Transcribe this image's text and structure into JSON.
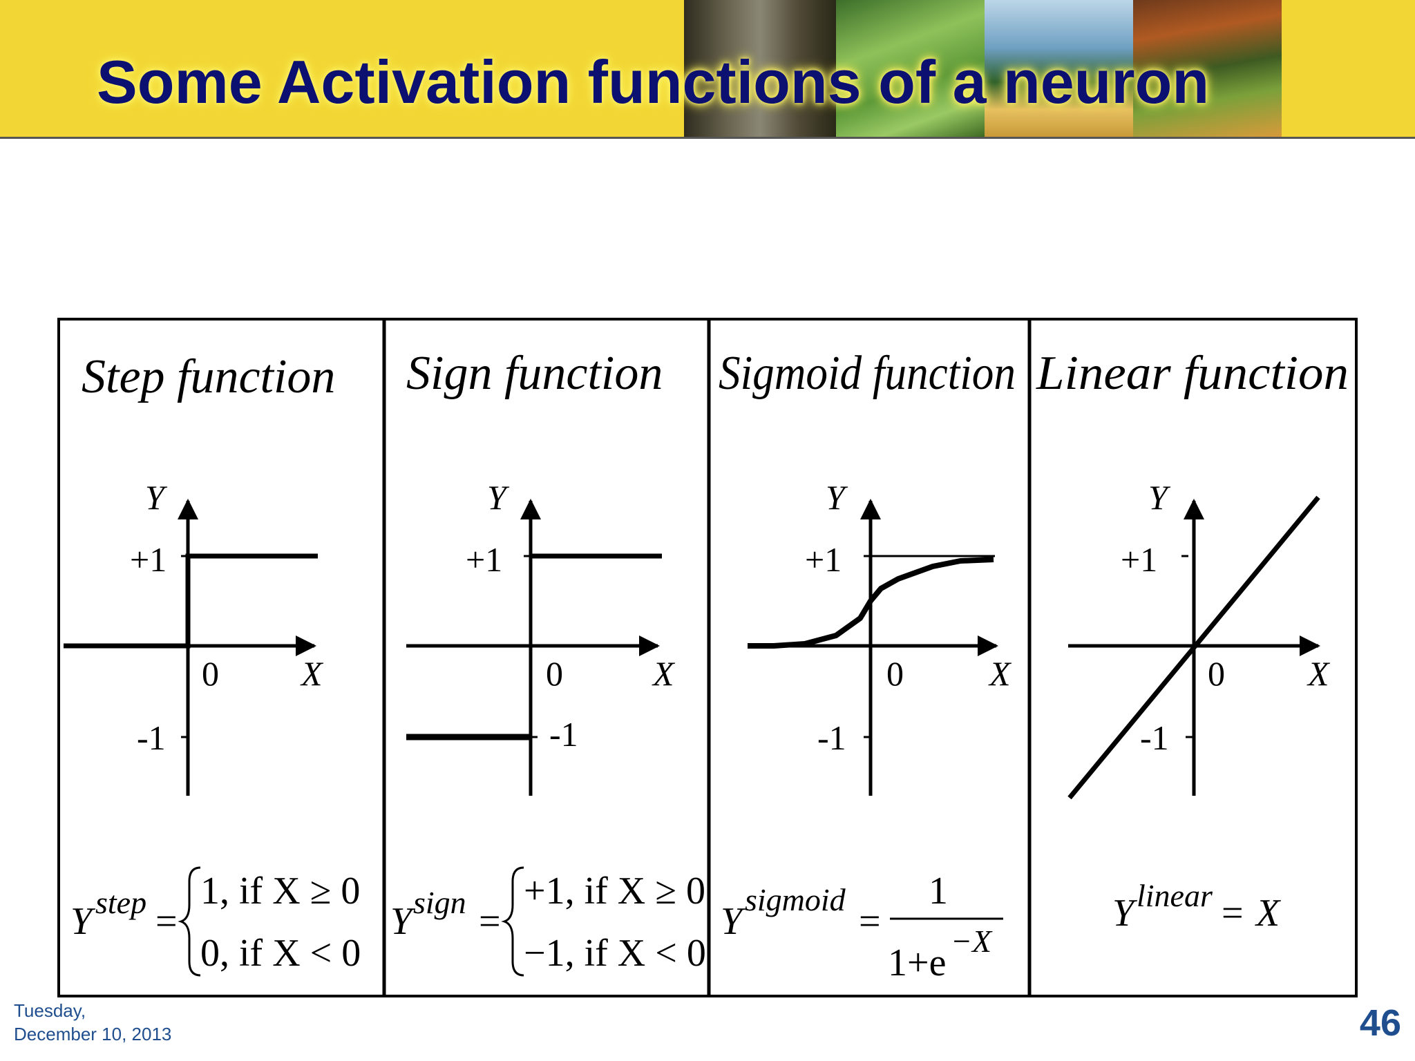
{
  "slide": {
    "title": "Some Activation functions of a neuron",
    "footer_day": "Tuesday,",
    "footer_date": "December 10, 2013",
    "page_number": "46"
  },
  "axis_labels": {
    "y": "Y",
    "x": "X",
    "zero": "0",
    "plus_one": "+1",
    "minus_one": "-1"
  },
  "functions": [
    {
      "title": "Step function",
      "formula_base": "Y",
      "formula_sup": "step",
      "eq": "=",
      "case_1": "1, if X ≥ 0",
      "case_2": "0, if X < 0"
    },
    {
      "title": "Sign function",
      "formula_base": "Y",
      "formula_sup": "sign",
      "eq": "=",
      "case_1": "+1, if X ≥ 0",
      "case_2": "−1, if X < 0"
    },
    {
      "title": "Sigmoid function",
      "formula_base": "Y",
      "formula_sup": "sigmoid",
      "eq": "=",
      "numerator": "1",
      "denominator": "1+e",
      "denominator_sup": "−X"
    },
    {
      "title": "Linear function",
      "formula_base": "Y",
      "formula_sup": "linear",
      "eq": "=",
      "rhs": "X"
    }
  ]
}
